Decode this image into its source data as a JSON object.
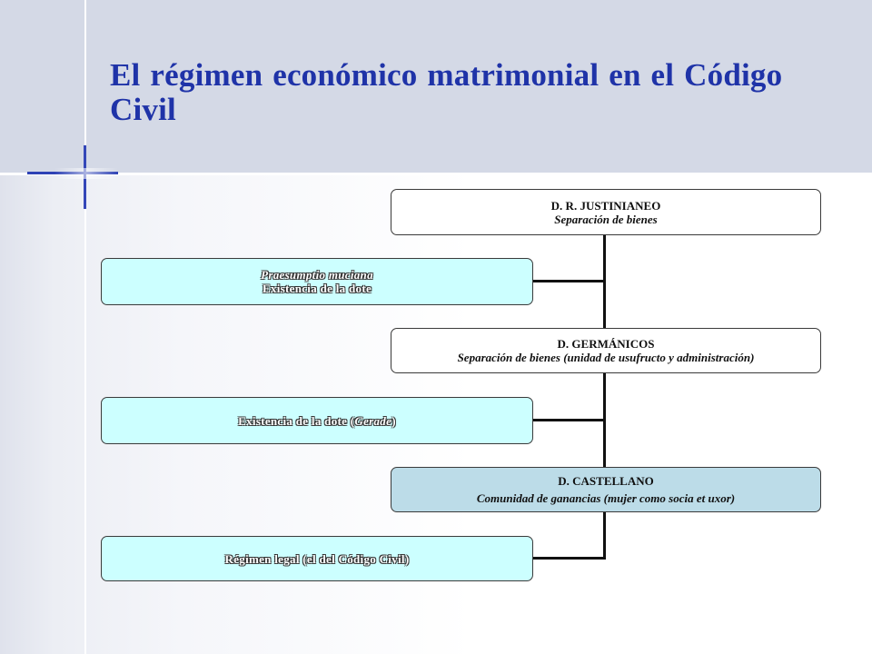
{
  "slide": {
    "title": "El régimen económico matrimonial en el Código Civil"
  },
  "diagram": {
    "nodes": [
      {
        "id": "justinianeo",
        "title": "D. R. JUSTINIANEO",
        "subtitle": "Separación de bienes"
      },
      {
        "id": "praesumptio",
        "title": "Praesumptio muciana",
        "subtitle": "Existencia de la dote"
      },
      {
        "id": "germanicos",
        "title": "D. GERMÁNICOS",
        "subtitle": "Separación de bienes (unidad de usufructo y administración)"
      },
      {
        "id": "dote-gerade",
        "text_main": "Existencia de la dote (",
        "text_italic": "Gerade",
        "text_end": ")"
      },
      {
        "id": "castellano",
        "title": "D. CASTELLANO",
        "subtitle": "Comunidad de ganancias (mujer como socia et uxor)"
      },
      {
        "id": "regimen-legal",
        "title": "Régimen legal (el del Código Civil)"
      }
    ],
    "edges": [
      {
        "from": "justinianeo",
        "to": "praesumptio"
      },
      {
        "from": "justinianeo",
        "to": "germanicos"
      },
      {
        "from": "germanicos",
        "to": "dote-gerade"
      },
      {
        "from": "germanicos",
        "to": "castellano"
      },
      {
        "from": "castellano",
        "to": "regimen-legal"
      }
    ]
  },
  "colors": {
    "title": "#1f33a8",
    "header_band": "#d4d9e6",
    "box_white": "#ffffff",
    "box_cyan": "#ccffff",
    "box_blue": "#bcdce8",
    "accent_cross": "#2e42b5"
  }
}
